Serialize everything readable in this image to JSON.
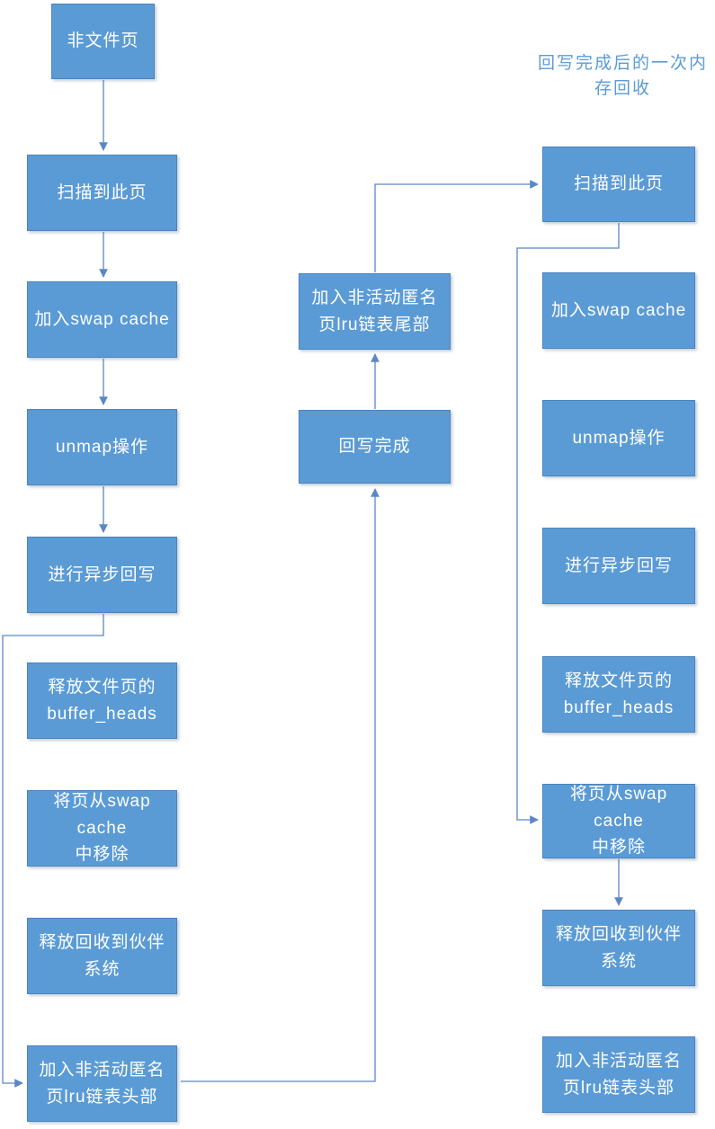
{
  "diagram": {
    "annotation": "回写完成后的一次内\n存回收",
    "left_column": {
      "items": [
        {
          "label": "非文件页"
        },
        {
          "label": "扫描到此页"
        },
        {
          "label": "加入swap cache"
        },
        {
          "label": "unmap操作"
        },
        {
          "label": "进行异步回写"
        },
        {
          "label": "释放文件页的\nbuffer_heads"
        },
        {
          "label": "将页从swap cache\n中移除"
        },
        {
          "label": "释放回收到伙伴\n系统"
        },
        {
          "label": "加入非活动匿名\n页lru链表头部"
        }
      ]
    },
    "middle_column": {
      "items": [
        {
          "label": "加入非活动匿名\n页lru链表尾部"
        },
        {
          "label": "回写完成"
        }
      ]
    },
    "right_column": {
      "items": [
        {
          "label": "扫描到此页"
        },
        {
          "label": "加入swap cache"
        },
        {
          "label": "unmap操作"
        },
        {
          "label": "进行异步回写"
        },
        {
          "label": "释放文件页的\nbuffer_heads"
        },
        {
          "label": "将页从swap cache\n中移除"
        },
        {
          "label": "释放回收到伙伴\n系统"
        },
        {
          "label": "加入非活动匿名\n页lru链表头部"
        }
      ]
    }
  },
  "colors": {
    "node_fill": "#5B9BD5",
    "node_border": "#4A84BE",
    "node_text": "#FFFFFF",
    "connector": "#5B87C5",
    "annotation_text": "#5B9BD5",
    "background": "#FFFFFF"
  }
}
